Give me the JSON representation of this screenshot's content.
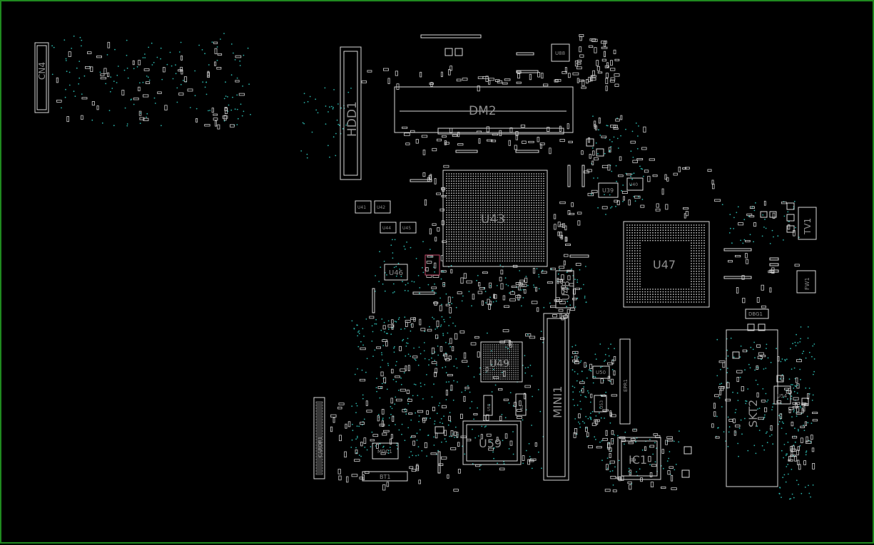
{
  "board": {
    "border_color": "#1f8a1f",
    "background": "#000000",
    "outline_color": "#d8d8d8",
    "label_color": "#8e8e8e",
    "via_color": "#2bb1a8"
  },
  "labels": {
    "cn4": "CN4",
    "hdd1": "HDD1",
    "dm2": "DM2",
    "u88": "U88",
    "u43": "U43",
    "u39": "U39",
    "u40": "U40",
    "u41": "U41",
    "u42": "U42",
    "u44": "U44",
    "u45": "U45",
    "u46": "U46",
    "u47": "U47",
    "u48": "U48",
    "u49": "U49",
    "u59": "U59",
    "u50": "U50",
    "u53": "U53",
    "u54": "U54",
    "u58": "U58",
    "u62": "U62",
    "mini1": "MINI1",
    "ic1": "IC1",
    "skt2": "SKT2",
    "tv1": "TV1",
    "fw1": "FW1",
    "dbg1": "DBG1",
    "bt1": "BT1",
    "mdc1": "MDC1",
    "epr1": "EPR1",
    "cardr": "CARDR1"
  }
}
